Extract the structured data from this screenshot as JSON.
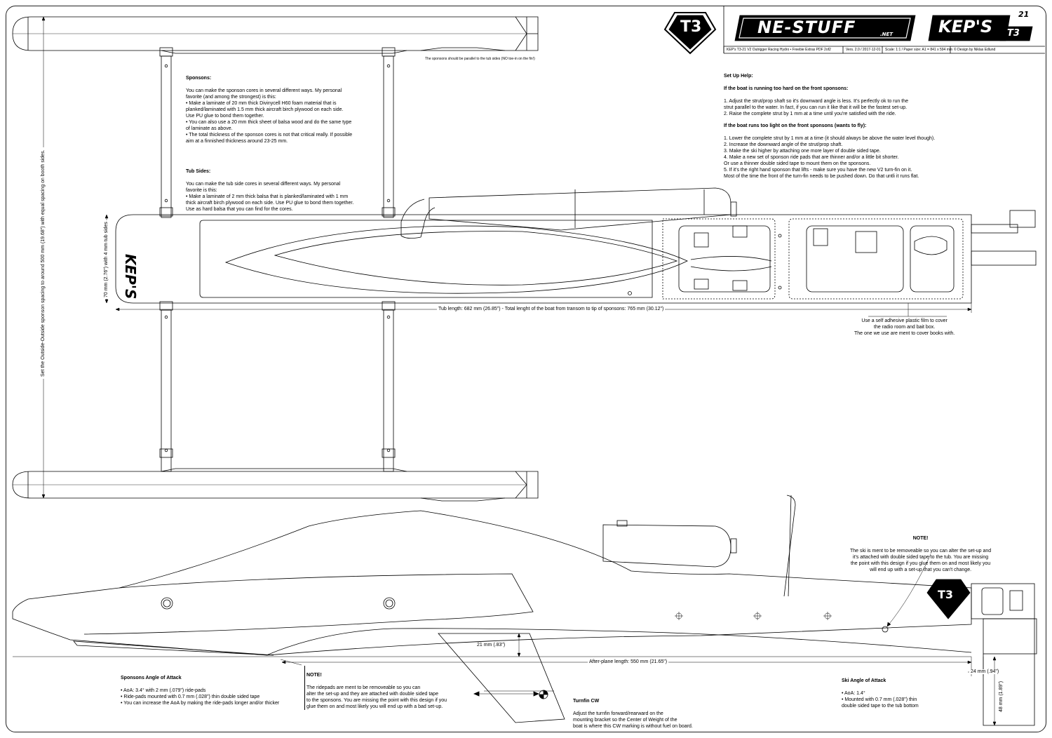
{
  "title_block": {
    "brand_main": "NE-STUFF",
    "brand_suffix": ".NET",
    "brand_model": "KEP'S",
    "brand_model_sub": "T3",
    "brand_model_sup": "21",
    "logo_letters": "T3",
    "description": "KEP's T3-21 V2 Outrigger Racing Hydro • Freebie Extras PDF 2of2",
    "version": "Vers. 2.0 / 2017-12-01",
    "scale": "Scale: 1:1 / Paper size: A1 = 841 x 594 mm",
    "credit": "© Design by Niklas Edlund"
  },
  "top_view": {
    "sponsons_note": "The sponsons should be parallel to the tub sides (NO toe-in on the fin!)",
    "outside_spacing_dim": "Set the Outside-Outside sponson spacing to around 500 mm (19.68\") with equal spacing on booth sides.",
    "tub_width_dim": "70 mm (2.76\") with 4 mm tub sides",
    "tub_length_dim": "Tub length: 682 mm (26.85\") - Total lenght of the boat from transom to tip of sponsons: 765 mm (30.12\")",
    "deck_logo": "KEP'S",
    "film_note": "Use a self adhesive plastic film to cover\nthe radio room and bait box.\nThe one we use are ment to cover books with."
  },
  "notes": {
    "sponsons_title": "Sponsons:",
    "sponsons_body": "You can make the sponson cores in several different ways. My personal\nfavorite (and among the strongest) is this:\n• Make a laminate of 20 mm thick Divinycell H60 foam material that is\n  planked/laminated with 1.5 mm thick aircraft birch plywood on each side.\n  Use PU glue to bond them together.\n• You can also use a 20 mm thick sheet of balsa wood and do the same type\n  of laminate as above.\n• The total thickness of the sponson cores is not that critical really. If possible\n  aim at a finnished thickness around 23-25 mm.",
    "tub_title": "Tub Sides:",
    "tub_body": "You can make the tub side cores in several different ways. My personal\nfavorite is this:\n• Make a laminate of 2 mm thick balsa that is planked/laminated with 1 mm\n  thick aircraft birch plywood on each side. Use PU glue to bond them together.\n  Use as hard balsa that you can find for the cores.",
    "setup_title": "Set Up Help:",
    "setup_sub1": "If the boat is running too hard on the front sponsons:",
    "setup_body1": "1. Adjust the strut/prop shaft so it's downward angle is less. It's perfectly ok to run the\n    strut parallel to the water. In fact, if you can run it like that it will be the fastest set-up.\n2. Raise the complete strut by 1 mm at a time until you're satisfied with the ride.",
    "setup_sub2": "If the boat runs too light on the front sponsons (wants to fly):",
    "setup_body2": "1. Lower the complete strut by 1 mm at a time (it should always be above the water level though).\n2. Increase the downward angle of the strut/prop shaft.\n3. Make the ski higher by attaching one more layer of double sided tape.\n4. Make a new set of sponson ride pads that are thinner and/or a little bit shorter.\n    Or use a thinner double sided tape to mount them on the sponsons.\n5. If it's the right hand sponson that lifts - make sure you have the new V2 turn-fin on it.\n    Most of the time the front of the turn-fin needs to be pushed down. Do that untli it runs flat.",
    "ski_note_title": "NOTE!",
    "ski_note_body": "The ski is ment to be removeable so you can alter the set-up and\nit's attached with double sided tape to the tub. You are missing\nthe point with this design if you glue them on and most likely you\nwill end up with a set-up that you can't change.",
    "ridepads_title": "NOTE!",
    "ridepads_body": "The ridepads are ment to be removeable so you can\nalter the set-up and they are attached with double sided tape\nto the sponsons. You are missing the point with this design if you\nglue them on and most likely you will end up with a bad set-up.",
    "aoa_title": "Sponsons Angle of Attack",
    "aoa_body": "• AoA: 3.4° with 2 mm (.079\") ride-pads\n• Ride-pads mounted with 0.7 mm (.028\") thin double sided tape\n• You can increase the AoA by making the ride-pads longer and/or thicker",
    "turnfin_title": "Turnfin CW",
    "turnfin_body": "Adjust the turnfin forward/rearward on the\nmounting bracket so the Center of Weight of the\nboat is where this CW marking is without fuel on board.",
    "ski_aoa_title": "Ski Angle of Attack",
    "ski_aoa_body": "• AoA: 1.4°\n• Mounted with 0.7 mm (.028\") thin\n  double sided tape to the tub bottom"
  },
  "side_view": {
    "fin_height_dim": "21 mm (.83\")",
    "afterplane_dim": "After-plane length: 550 mm (21.65\")",
    "transom_dim": "24 mm (.94\")",
    "ski_height_dim": "48 mm (1.89\")",
    "hull_logo": "T3"
  }
}
